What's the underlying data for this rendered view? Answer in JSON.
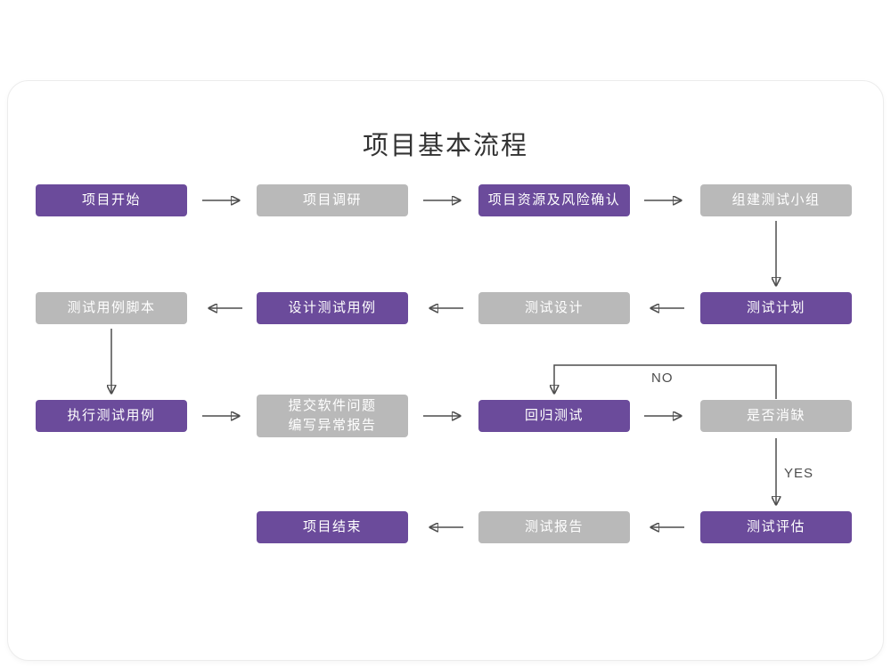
{
  "title": "项目基本流程",
  "colors": {
    "purple": "#6B4B9B",
    "gray": "#B9B9B9",
    "arrow": "#4d4d4d",
    "card_background": "#ffffff"
  },
  "nodes": {
    "start": {
      "label": "项目开始",
      "type": "purple"
    },
    "research": {
      "label": "项目调研",
      "type": "gray"
    },
    "risk": {
      "label": "项目资源及风险确认",
      "type": "purple"
    },
    "team": {
      "label": "组建测试小组",
      "type": "gray"
    },
    "plan": {
      "label": "测试计划",
      "type": "purple"
    },
    "design": {
      "label": "测试设计",
      "type": "gray"
    },
    "cases": {
      "label": "设计测试用例",
      "type": "purple"
    },
    "scripts": {
      "label": "测试用例脚本",
      "type": "gray"
    },
    "execute": {
      "label": "执行测试用例",
      "type": "purple"
    },
    "report_issue": {
      "label": "提交软件问题\n编写异常报告",
      "type": "gray"
    },
    "regression": {
      "label": "回归测试",
      "type": "purple"
    },
    "defect": {
      "label": "是否消缺",
      "type": "gray"
    },
    "evaluate": {
      "label": "测试评估",
      "type": "purple"
    },
    "test_report": {
      "label": "测试报告",
      "type": "gray"
    },
    "end": {
      "label": "项目结束",
      "type": "purple"
    }
  },
  "edge_labels": {
    "no": "NO",
    "yes": "YES"
  },
  "edges": [
    {
      "from": "start",
      "to": "research"
    },
    {
      "from": "research",
      "to": "risk"
    },
    {
      "from": "risk",
      "to": "team"
    },
    {
      "from": "team",
      "to": "plan"
    },
    {
      "from": "plan",
      "to": "design"
    },
    {
      "from": "design",
      "to": "cases"
    },
    {
      "from": "cases",
      "to": "scripts"
    },
    {
      "from": "scripts",
      "to": "execute"
    },
    {
      "from": "execute",
      "to": "report_issue"
    },
    {
      "from": "report_issue",
      "to": "regression"
    },
    {
      "from": "regression",
      "to": "defect"
    },
    {
      "from": "defect",
      "to": "regression",
      "label": "NO"
    },
    {
      "from": "defect",
      "to": "evaluate",
      "label": "YES"
    },
    {
      "from": "evaluate",
      "to": "test_report"
    },
    {
      "from": "test_report",
      "to": "end"
    }
  ]
}
